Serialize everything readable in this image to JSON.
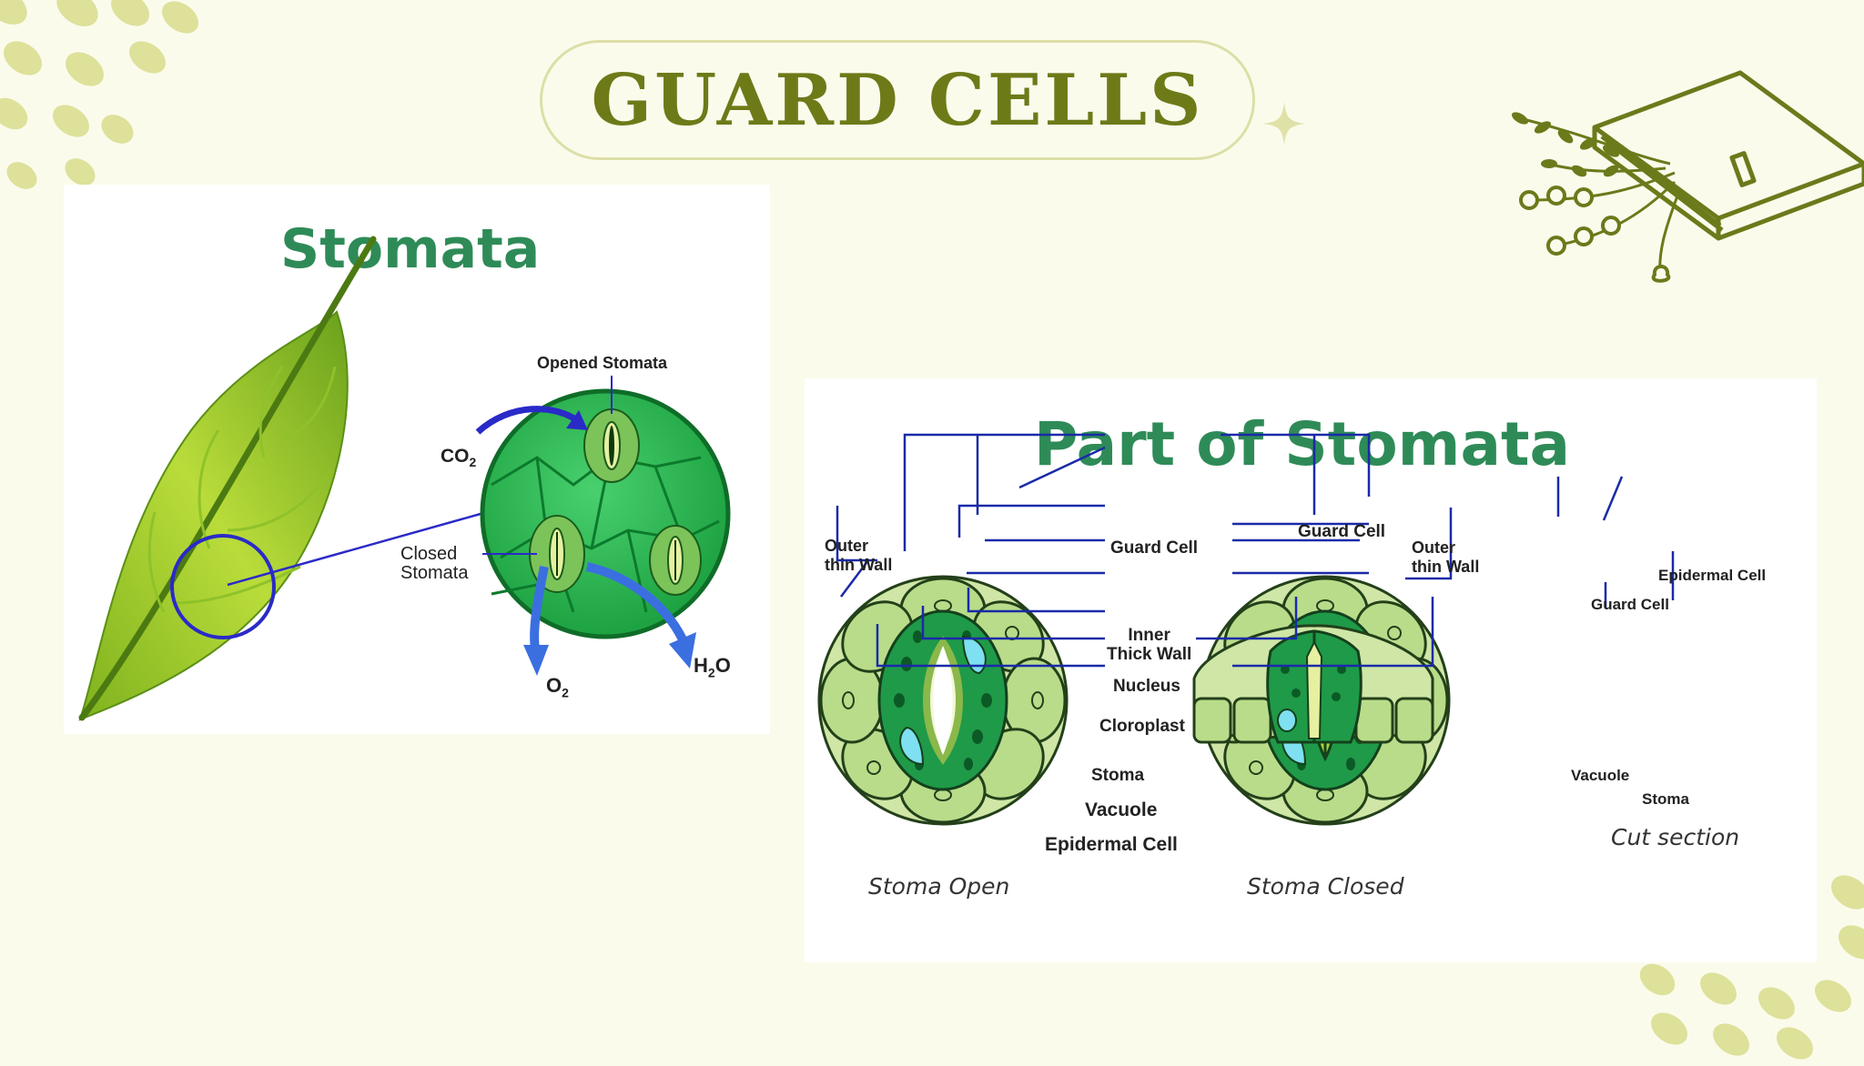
{
  "title": "GUARD CELLS",
  "left_figure": {
    "heading": "Stomata",
    "labels": {
      "opened": "Opened Stomata",
      "co2": "CO",
      "co2_sub": "2",
      "closed_line1": "Closed",
      "closed_line2": "Stomata",
      "o2": "O",
      "o2_sub": "2",
      "h2o_h": "H",
      "h2o_sub": "2",
      "h2o_o": "O"
    }
  },
  "right_figure": {
    "heading": "Part of Stomata",
    "labels": {
      "outer_thin_wall_left_1": "Outer",
      "outer_thin_wall_left_2": "thin Wall",
      "guard_cell_left": "Guard Cell",
      "guard_cell_top": "Guard Cell",
      "outer_thin_wall_right_1": "Outer",
      "outer_thin_wall_right_2": "thin Wall",
      "inner_thick_wall_1": "Inner",
      "inner_thick_wall_2": "Thick Wall",
      "nucleus": "Nucleus",
      "cloroplast": "Cloroplast",
      "stoma": "Stoma",
      "vacuole": "Vacuole",
      "epidermal_cell": "Epidermal Cell",
      "cut_epidermal_cell": "Epidermal Cell",
      "cut_guard_cell": "Guard Cell",
      "cut_vacuole": "Vacuole",
      "cut_stoma": "Stoma"
    },
    "captions": {
      "open": "Stoma Open",
      "closed": "Stoma Closed",
      "cut": "Cut section"
    }
  },
  "colors": {
    "background": "#fbfbec",
    "title_text": "#6e7a18",
    "heading_green": "#2e8b57",
    "decor": "#dde19a",
    "book_line": "#6b7a1a"
  }
}
